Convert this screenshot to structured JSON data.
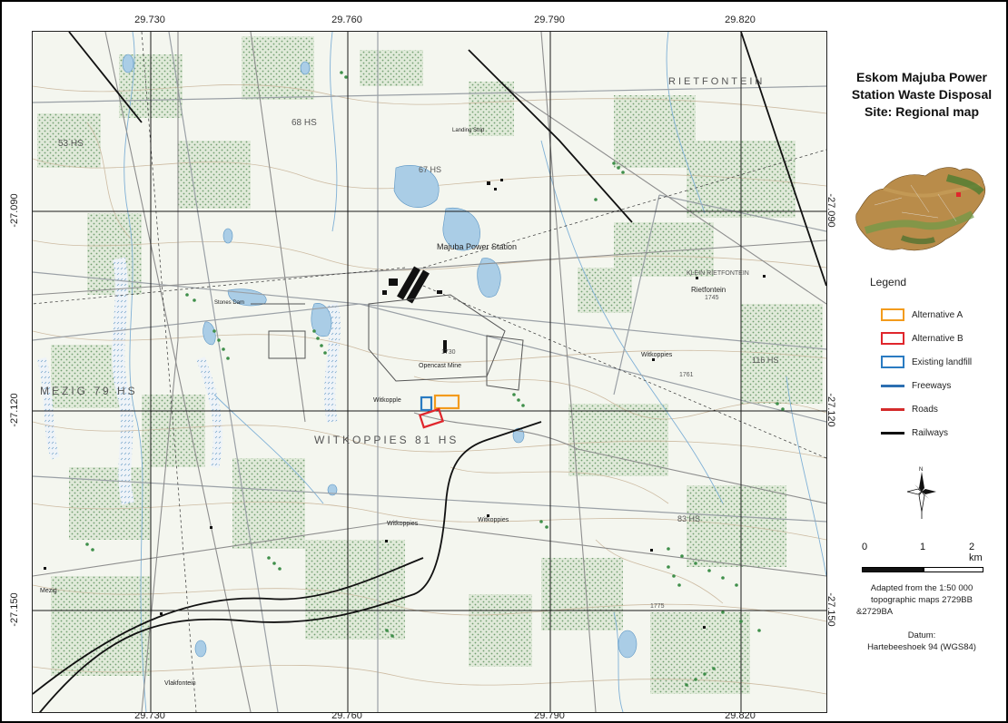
{
  "map": {
    "title": "Eskom Majuba Power Station Waste Disposal Site: Regional map",
    "lon_ticks": [
      "29.730",
      "29.760",
      "29.790",
      "29.820"
    ],
    "lat_ticks": [
      "-27.090",
      "-27.120",
      "-27.150"
    ],
    "place_labels": {
      "majuba": "Majuba Power Station",
      "opencast": "Opencast Mine",
      "witkopple": "Witkopple",
      "witkoppies81": "WITKOPPIES 81 HS",
      "mezig79": "MEZIG 79 HS",
      "rietfontein": "RIETFONTEIN",
      "klein_rietfontein": "KLEIN RIETFONTEIN",
      "rietfontein_town": "Rietfontein",
      "witkoppies_e": "Witkoppies",
      "witkoppies_s": "Witkoppies",
      "witkoppies_sw": "Witkoppies",
      "mezig": "Mezig",
      "vlakfontein": "Vlakfontein",
      "hs53": "53 HS",
      "hs68": "68 HS",
      "hs67": "67 HS",
      "hs83": "83 HS",
      "hs116": "116 HS",
      "landing_strip": "Landing Strip",
      "stones_dam": "Stones Dam",
      "elevation_1": "1730",
      "elevation_2": "1745",
      "elevation_3": "1761",
      "elevation_4": "1775"
    },
    "colors": {
      "alt_a": "#f39b1c",
      "alt_b": "#e0262c",
      "existing": "#2a7bc2",
      "freeway": "#2c6fb1",
      "road": "#d42b2b",
      "railway": "#111111",
      "grid": "#1a1a1a"
    }
  },
  "legend": {
    "title": "Legend",
    "items": [
      {
        "label": "Alternative A",
        "kind": "box",
        "color": "#f39b1c"
      },
      {
        "label": "Alternative B",
        "kind": "box",
        "color": "#e0262c"
      },
      {
        "label": "Existing landfill",
        "kind": "box",
        "color": "#2a7bc2"
      },
      {
        "label": "Freeways",
        "kind": "line",
        "color": "#2c6fb1"
      },
      {
        "label": "Roads",
        "kind": "line",
        "color": "#d42b2b"
      },
      {
        "label": "Railways",
        "kind": "line",
        "color": "#111111"
      }
    ]
  },
  "scale": {
    "label_0": "0",
    "label_1": "1",
    "label_2": "2 km"
  },
  "notes": {
    "adapted_1": "Adapted from the 1:50 000",
    "adapted_2": "topographic maps 2729BB",
    "adapted_3": "&2729BA",
    "datum_label": "Datum:",
    "datum_value": "Hartebeeshoek 94 (WGS84)"
  }
}
